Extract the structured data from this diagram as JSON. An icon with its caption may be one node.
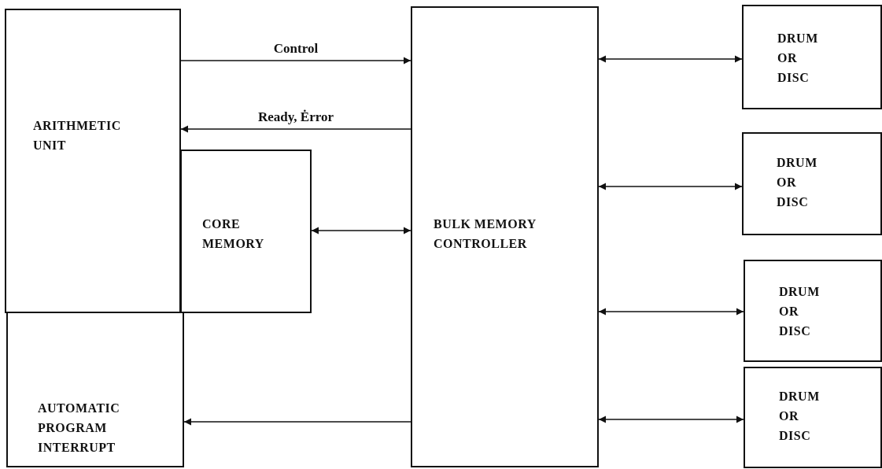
{
  "diagram": {
    "nodes": [
      {
        "text": [
          "ARITHMETIC UNIT"
        ]
      },
      {
        "text": [
          "CORE MEMORY"
        ]
      },
      {
        "text": [
          "AUTOMATIC PROGRAM INTERRUPT"
        ]
      },
      {
        "text": [
          "BULK MEMORY CONTROLLER"
        ]
      },
      {
        "text": [
          "DRUM OR DISC"
        ]
      },
      {
        "text": [
          "DRUM OR DISC"
        ]
      },
      {
        "text": [
          "DRUM OR DISC"
        ]
      },
      {
        "text": [
          "DRUM OR DISC"
        ]
      }
    ],
    "edges": [
      {
        "from": 0,
        "to": 3,
        "arrow": "to",
        "label": "Control"
      },
      {
        "from": 3,
        "to": 0,
        "arrow": "to",
        "label": "Ready, Ėrror"
      },
      {
        "from": 1,
        "to": 3,
        "arrow": "both"
      },
      {
        "from": 3,
        "to": 2,
        "arrow": "to"
      },
      {
        "from": 3,
        "to": 4,
        "arrow": "both"
      },
      {
        "from": 3,
        "to": 5,
        "arrow": "both"
      },
      {
        "from": 3,
        "to": 6,
        "arrow": "both"
      },
      {
        "from": 3,
        "to": 7,
        "arrow": "both"
      }
    ]
  }
}
